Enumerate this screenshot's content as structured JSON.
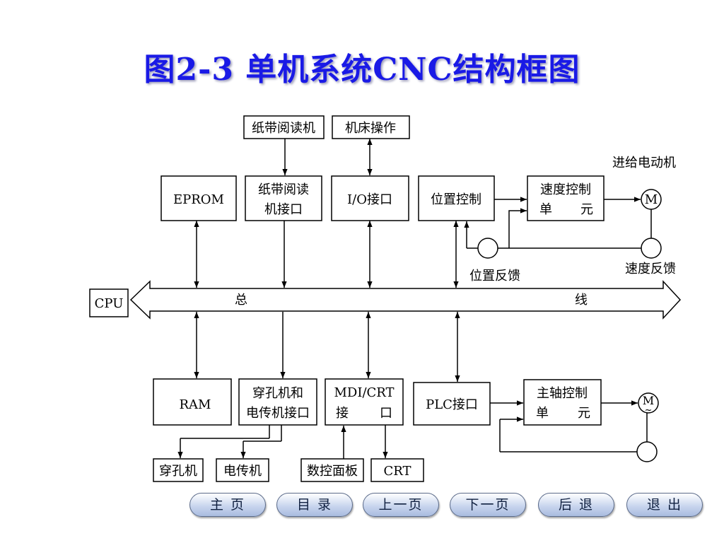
{
  "title": "图2-3  单机系统CNC结构框图",
  "top_external": {
    "tape_reader": "纸带阅读机",
    "machine_panel": "机床操作"
  },
  "top_modules": {
    "eprom": "EPROM",
    "tape_interface_line1": "纸带阅读",
    "tape_interface_line2": "机接口",
    "io_interface": "I/O接口",
    "position_control": "位置控制",
    "speed_unit_line1": "速度控制",
    "speed_unit_line2a": "单",
    "speed_unit_line2b": "元"
  },
  "labels": {
    "feed_motor": "进给电动机",
    "motor_symbol": "M",
    "speed_feedback": "速度反馈",
    "position_feedback": "位置反馈",
    "bus_left": "总",
    "bus_right": "线",
    "cpu": "CPU",
    "spindle_motor_symbol": "M",
    "spindle_motor_tilde": "~"
  },
  "bottom_modules": {
    "ram": "RAM",
    "punch_interface_line1": "穿孔机和",
    "punch_interface_line2": "电传机接口",
    "mdi_crt_line1": "MDI/CRT",
    "mdi_crt_line2a": "接",
    "mdi_crt_line2b": "口",
    "plc_interface": "PLC接口",
    "spindle_unit_line1": "主轴控制",
    "spindle_unit_line2a": "单",
    "spindle_unit_line2b": "元"
  },
  "bottom_external": {
    "punch": "穿孔机",
    "teletype": "电传机",
    "nc_panel": "数控面板",
    "crt": "CRT"
  },
  "nav": {
    "home": "主 页",
    "contents": "目 录",
    "prev": "上一页",
    "next": "下一页",
    "back": "后 退",
    "exit": "退 出"
  }
}
